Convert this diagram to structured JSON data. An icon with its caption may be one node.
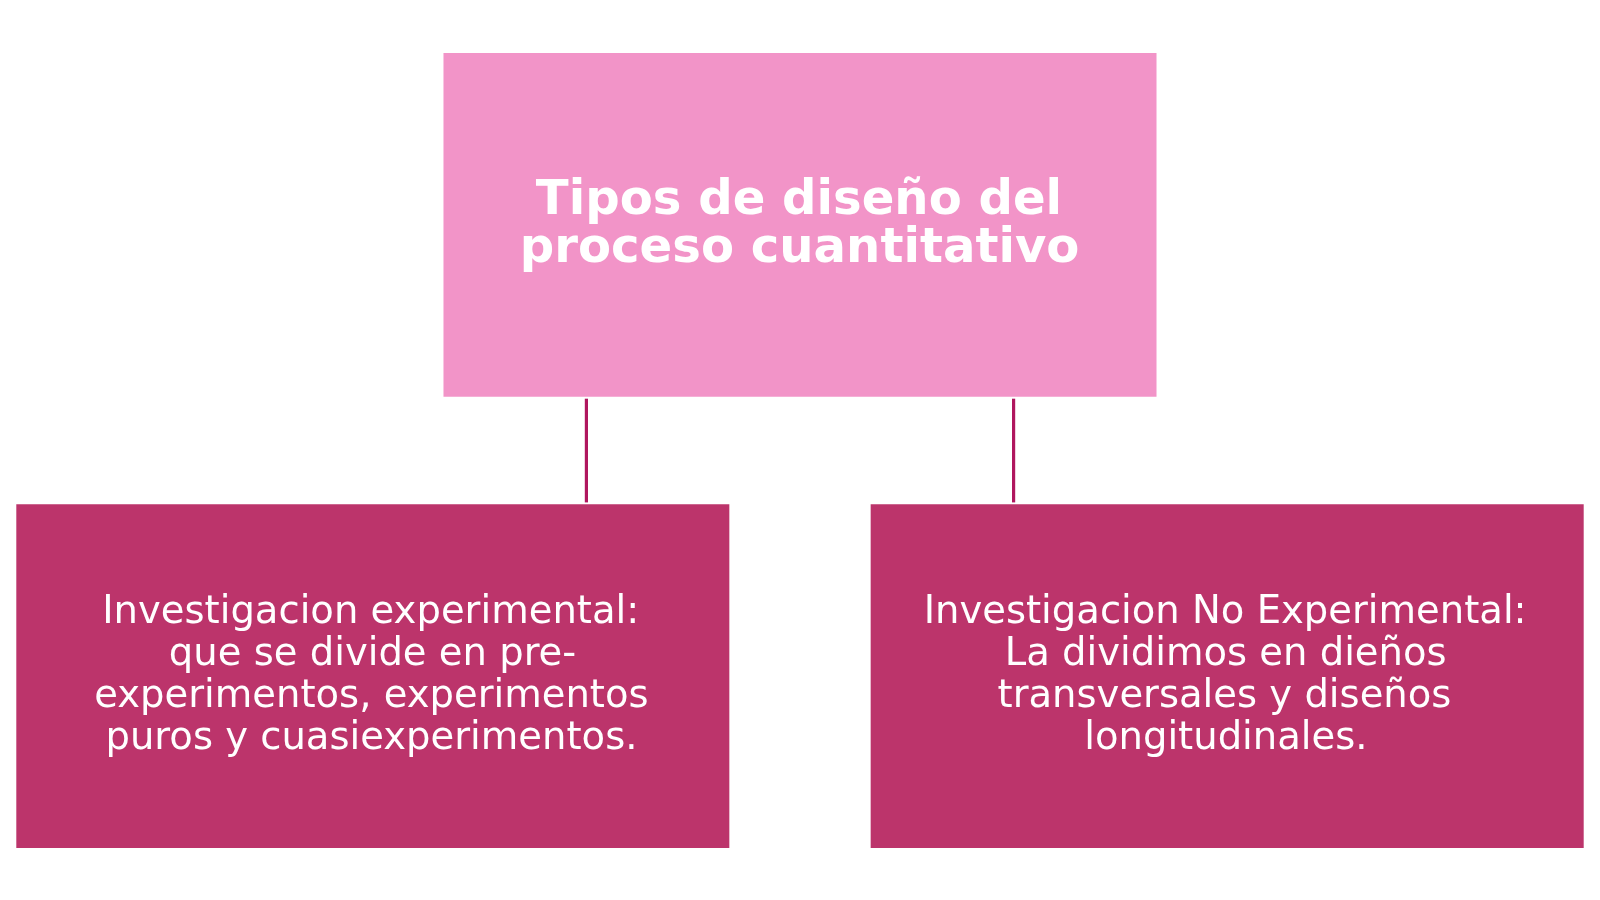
{
  "diagram": {
    "nodes": [
      {
        "text": [
          "Tipos de diseño del proceso cuantitativo"
        ]
      },
      {
        "text": [
          "Investigacion experimental: que se divide en pre-experimentos, experimentos puros y cuasiexperimentos."
        ]
      },
      {
        "text": [
          "Investigacion No Experimental: La dividimos en dieños transversales y diseños longitudinales."
        ]
      }
    ],
    "edges": [
      {
        "from": 0,
        "to": 1,
        "arrow": "none"
      },
      {
        "from": 0,
        "to": 2,
        "arrow": "none"
      }
    ]
  }
}
